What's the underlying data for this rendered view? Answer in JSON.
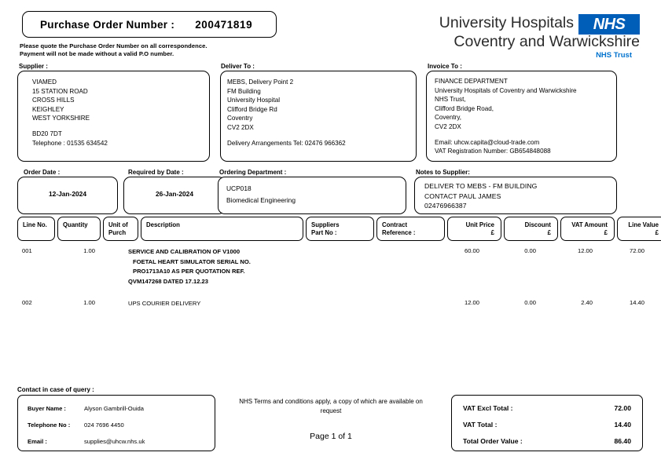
{
  "header": {
    "po_label": "Purchase Order Number :",
    "po_number": "200471819",
    "note_line1": "Please quote the Purchase Order Number on all correspondence.",
    "note_line2": "Payment will not be made without a valid P.O number.",
    "logo": {
      "line1": "University Hospitals",
      "line2": "Coventry and Warwickshire",
      "badge": "NHS",
      "subtitle": "NHS Trust",
      "brand_color": "#005EB8",
      "accent_color": "#0072CE"
    }
  },
  "supplier": {
    "caption": "Supplier :",
    "lines": [
      "VIAMED",
      "15 STATION ROAD",
      "CROSS HILLS",
      "KEIGHLEY",
      "WEST YORKSHIRE"
    ],
    "postcode": "BD20 7DT",
    "telephone": "Telephone : 01535 634542"
  },
  "deliver_to": {
    "caption": "Deliver To :",
    "lines": [
      "MEBS, Delivery Point 2",
      "FM Building",
      "University Hospital",
      "Clifford Bridge Rd",
      "Coventry",
      "CV2 2DX"
    ],
    "arrangements": "Delivery Arrangements Tel: 02476 966362"
  },
  "invoice_to": {
    "caption": "Invoice To :",
    "lines": [
      "FINANCE DEPARTMENT",
      "University Hospitals of Coventry and Warwickshire",
      "NHS Trust,",
      "Clifford Bridge Road,",
      "Coventry,",
      "CV2 2DX"
    ],
    "email": "Email: uhcw.capita@cloud-trade.com",
    "vat_registration": "VAT Registration Number: GB654848088"
  },
  "order_meta": {
    "order_date_caption": "Order Date :",
    "order_date": "12-Jan-2024",
    "required_by_caption": "Required by Date :",
    "required_by": "26-Jan-2024",
    "department_caption": "Ordering Department :",
    "department_code": "UCP018",
    "department_name": "Biomedical Engineering",
    "notes_caption": "Notes to Supplier:",
    "notes": [
      "DELIVER TO MEBS - FM BUILDING",
      "CONTACT PAUL JAMES",
      "02476966387"
    ]
  },
  "table": {
    "columns": [
      {
        "key": "line_no",
        "label": "Line No."
      },
      {
        "key": "quantity",
        "label": "Quantity"
      },
      {
        "key": "unit_of_purch",
        "label": "Unit of\nPurch"
      },
      {
        "key": "description",
        "label": "Description"
      },
      {
        "key": "suppliers_part_no",
        "label": "Suppliers\nPart No :"
      },
      {
        "key": "contract_reference",
        "label": "Contract\nReference :"
      },
      {
        "key": "unit_price",
        "label": "Unit Price\n£"
      },
      {
        "key": "discount",
        "label": "Discount\n£"
      },
      {
        "key": "vat_amount",
        "label": "VAT Amount\n£"
      },
      {
        "key": "line_value",
        "label": "Line Value\n£"
      }
    ],
    "rows": [
      {
        "line_no": "001",
        "quantity": "1.00",
        "unit_of_purch": "",
        "description": [
          "SERVICE AND CALIBRATION OF V1000",
          "FOETAL HEART SIMULATOR SERIAL NO.",
          "PRO1713A10 AS PER QUOTATION REF.",
          "QVM147268 DATED 17.12.23"
        ],
        "suppliers_part_no": "",
        "contract_reference": "",
        "unit_price": "60.00",
        "discount": "0.00",
        "vat_amount": "12.00",
        "line_value": "72.00"
      },
      {
        "line_no": "002",
        "quantity": "1.00",
        "unit_of_purch": "",
        "description": [
          "UPS COURIER DELIVERY"
        ],
        "suppliers_part_no": "",
        "contract_reference": "",
        "unit_price": "12.00",
        "discount": "0.00",
        "vat_amount": "2.40",
        "line_value": "14.40"
      }
    ]
  },
  "footer": {
    "query_caption": "Contact in case of query :",
    "buyer_name_label": "Buyer Name :",
    "buyer_name": "Alyson Gambrill-Ouida",
    "telephone_label": "Telephone No :",
    "telephone": "024 7696 4450",
    "email_label": "Email :",
    "email": "supplies@uhcw.nhs.uk",
    "terms": "NHS Terms and conditions apply, a copy of which are available on request",
    "page": "Page 1 of 1",
    "totals": [
      {
        "label": "VAT Excl Total :",
        "value": "72.00"
      },
      {
        "label": "VAT Total :",
        "value": "14.40"
      },
      {
        "label": "Total Order Value :",
        "value": "86.40"
      }
    ]
  }
}
